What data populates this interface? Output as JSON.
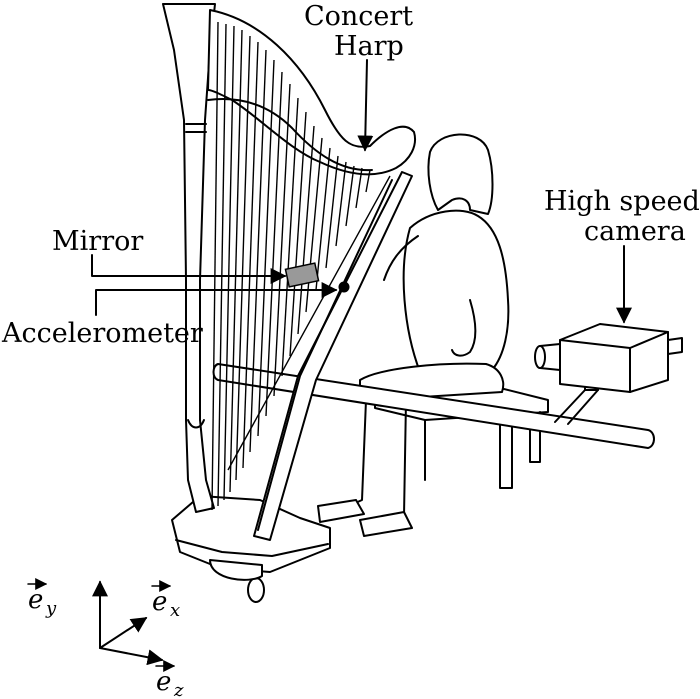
{
  "labels": {
    "harp_line1": "Concert",
    "harp_line2": "Harp",
    "camera_line1": "High speed",
    "camera_line2": "camera",
    "mirror": "Mirror",
    "accelerometer": "Accelerometer"
  },
  "axes": {
    "base_symbol": "e",
    "y_sub": "y",
    "x_sub": "x",
    "z_sub": "z"
  },
  "colors": {
    "line": "#000000",
    "mirror_fill": "#999999",
    "background": "#ffffff"
  }
}
